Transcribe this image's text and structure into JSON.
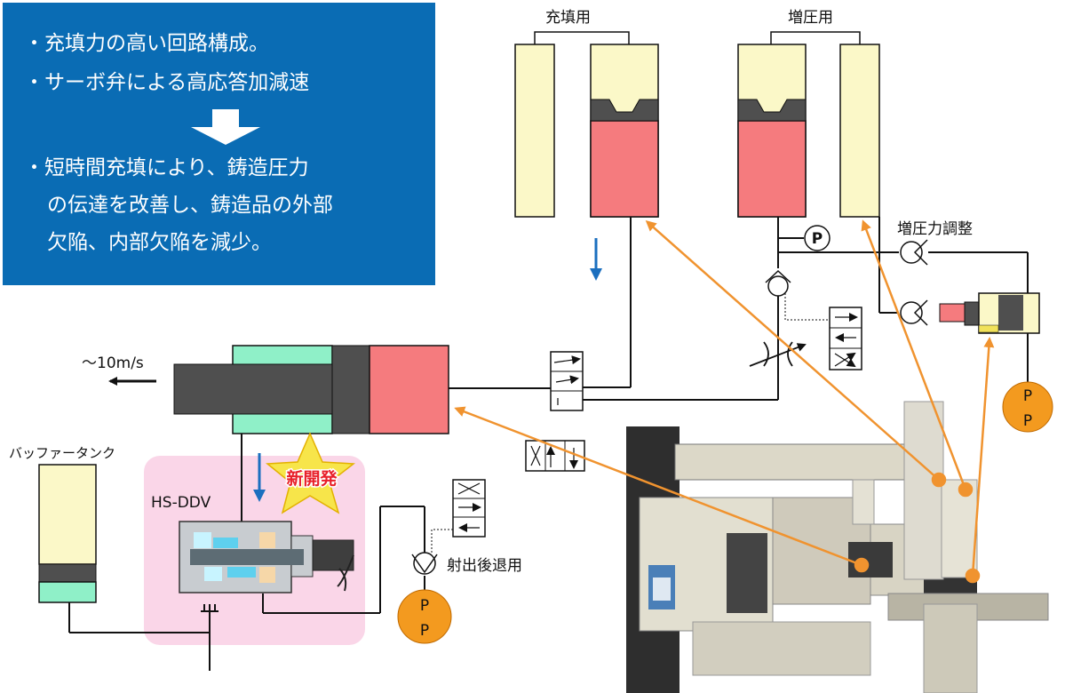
{
  "summary": {
    "bullet1": "・充填力の高い回路構成。",
    "bullet2": "・サーボ弁による高応答加減速",
    "bullet3_line1": "・短時間充填により、鋳造圧力",
    "bullet3_line2": "の伝達を改善し、鋳造品の外部",
    "bullet3_line3": "欠陥、内部欠陥を減少。"
  },
  "labels": {
    "fill_accumulator": "充填用",
    "boost_accumulator": "増圧用",
    "boost_adjust": "増圧力調整",
    "speed": "～10m/s",
    "buffer_tank": "バッファータンク",
    "valve_name": "HS-DDV",
    "new_badge": "新開発",
    "retract": "射出後退用",
    "pressure_gauge": "P",
    "pump": "P"
  },
  "colors": {
    "panel": "#0a6cb4",
    "oil_yellow": "#fbf8c8",
    "piston_red": "#f57b7e",
    "rod_gray": "#4f4f4f",
    "chamber_green": "#8ff0c8",
    "highlight_pink": "#fad6e8",
    "callout_orange": "#f0932f",
    "pump_orange": "#f39a1f",
    "flow_arrow_blue": "#1b6fbf",
    "badge_red": "#e8202a"
  }
}
